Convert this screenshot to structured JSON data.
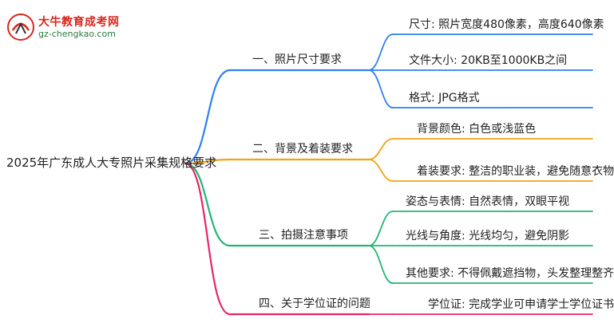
{
  "logo": {
    "title": "大牛教育成考网",
    "url": "gz-chengkao.com",
    "mark_text": "大牛"
  },
  "mindmap": {
    "root": "2025年广东成人大专照片采集规格要求",
    "branches": [
      {
        "label": "一、照片尺寸要求",
        "color": "#2f7ff0",
        "leaves": [
          "尺寸: 照片宽度480像素，高度640像素",
          "文件大小: 20KB至1000KB之间",
          "格式: JPG格式"
        ]
      },
      {
        "label": "二、背景及着装要求",
        "color": "#f2a416",
        "leaves": [
          "背景颜色: 白色或浅蓝色",
          "着装要求: 整洁的职业装，避免随意衣物"
        ]
      },
      {
        "label": "三、拍摄注意事项",
        "color": "#22b573",
        "leaves": [
          "姿态与表情: 自然表情，双眼平视",
          "光线与角度: 光线均匀，避免阴影",
          "其他要求: 不得佩戴遮挡物，头发整理整齐"
        ]
      },
      {
        "label": "四、关于学位证的问题",
        "color": "#e8246b",
        "leaves": [
          "学位证: 完成学业可申请学士学位证书"
        ]
      }
    ]
  }
}
